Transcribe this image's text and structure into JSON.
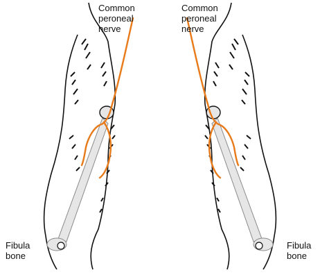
{
  "labels": {
    "nerve_left": {
      "line1": "Common",
      "line2": "peroneal",
      "line3": "nerve"
    },
    "nerve_right": {
      "line1": "Common",
      "line2": "peroneal",
      "line3": "nerve"
    },
    "fibula_left": {
      "line1": "Fibula",
      "line2": "bone"
    },
    "fibula_right": {
      "line1": "Fibula",
      "line2": "bone"
    }
  },
  "colors": {
    "nerve": "#e87a1a",
    "outline": "#111111",
    "bone_fill": "#e6e6e6",
    "bone_stroke": "#8a8a8a"
  }
}
